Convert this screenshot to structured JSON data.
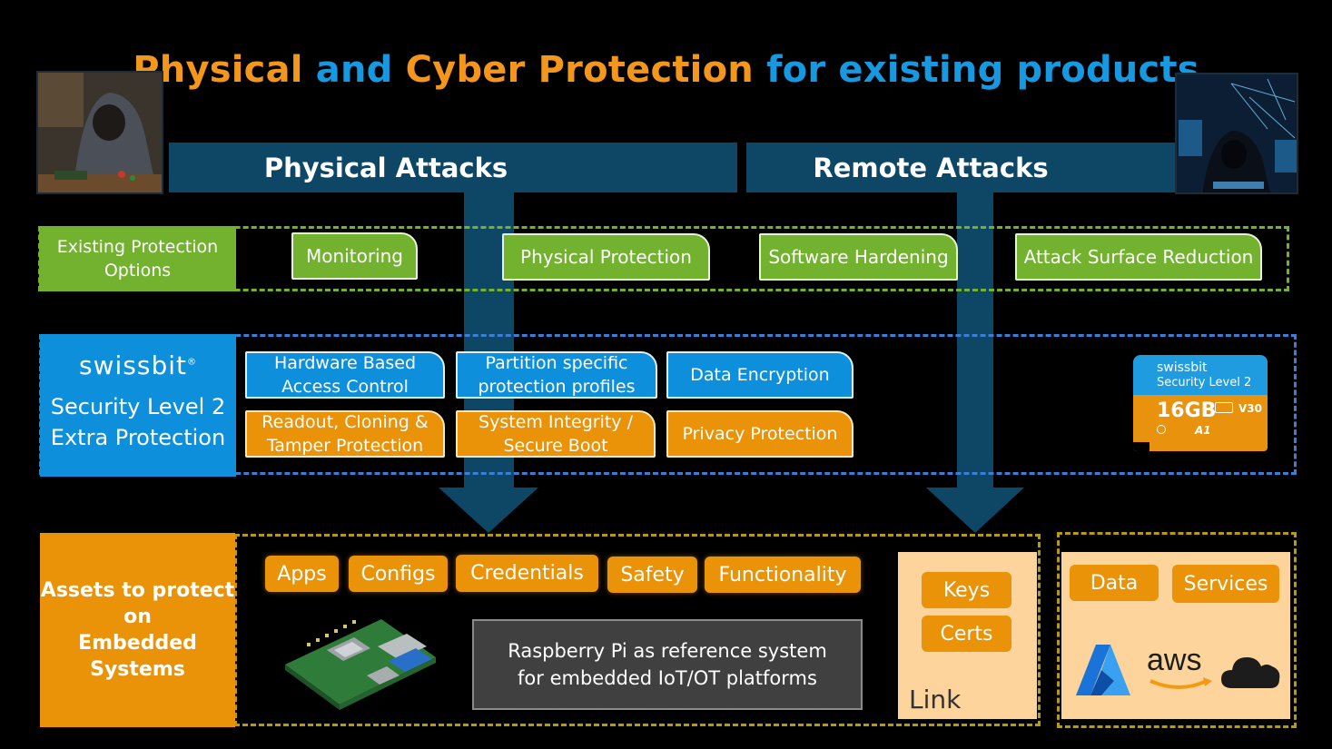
{
  "title": {
    "part1": "Physical",
    "part2": " and ",
    "part3": "Cyber Protection",
    "part4": " for existing products",
    "color_orange": "#f2961c",
    "color_blue": "#1699e0"
  },
  "banners": {
    "physical": "Physical Attacks",
    "remote": "Remote Attacks"
  },
  "existing": {
    "label_line1": "Existing Protection",
    "label_line2": "Options",
    "options": [
      "Monitoring",
      "Physical Protection",
      "Software Hardening",
      "Attack Surface Reduction"
    ]
  },
  "swissbit": {
    "brand": "swissbit",
    "reg": "®",
    "line1": "Security Level 2",
    "line2": "Extra Protection",
    "blue_features": [
      {
        "l1": "Hardware Based",
        "l2": "Access Control"
      },
      {
        "l1": "Partition specific",
        "l2": "protection profiles"
      },
      {
        "l1": "Data Encryption",
        "l2": ""
      }
    ],
    "orange_features": [
      {
        "l1": "Readout, Cloning &",
        "l2": "Tamper Protection"
      },
      {
        "l1": "System Integrity /",
        "l2": "Secure Boot"
      },
      {
        "l1": "Privacy Protection",
        "l2": ""
      }
    ],
    "card": {
      "brand": "swissbit",
      "level": "Security Level 2",
      "capacity": "16",
      "unit": "GB",
      "speed": "V30",
      "class": "A1"
    }
  },
  "assets": {
    "label_lines": [
      "Assets to protect",
      "on",
      "Embedded",
      "Systems"
    ],
    "device_pills": [
      "Apps",
      "Configs",
      "Credentials",
      "Safety",
      "Functionality"
    ],
    "reference_l1": "Raspberry Pi as reference system",
    "reference_l2": "for embedded IoT/OT platforms",
    "link_pills": [
      "Keys",
      "Certs"
    ],
    "link_label": "Link",
    "cloud_pills": [
      "Data",
      "Services"
    ],
    "cloud_logos": {
      "aws": "aws"
    }
  }
}
